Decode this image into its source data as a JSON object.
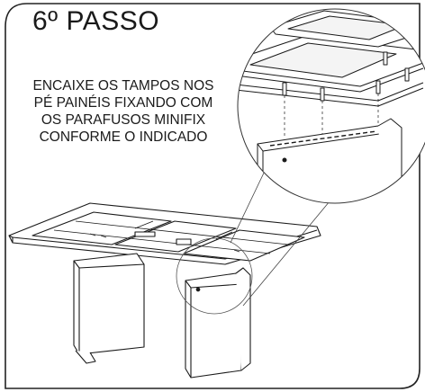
{
  "step": {
    "title": "6º PASSO"
  },
  "instruction": {
    "lines": [
      "ENCAIXE OS TAMPOS NOS",
      "PÉ PAINÉIS FIXANDO COM",
      "OS PARAFUSOS MINIFIX",
      "CONFORME O INDICADO"
    ]
  },
  "colors": {
    "stroke": "#1a1a1a",
    "frame": "#222222",
    "background": "#ffffff",
    "shade": "#e8e8e8"
  }
}
